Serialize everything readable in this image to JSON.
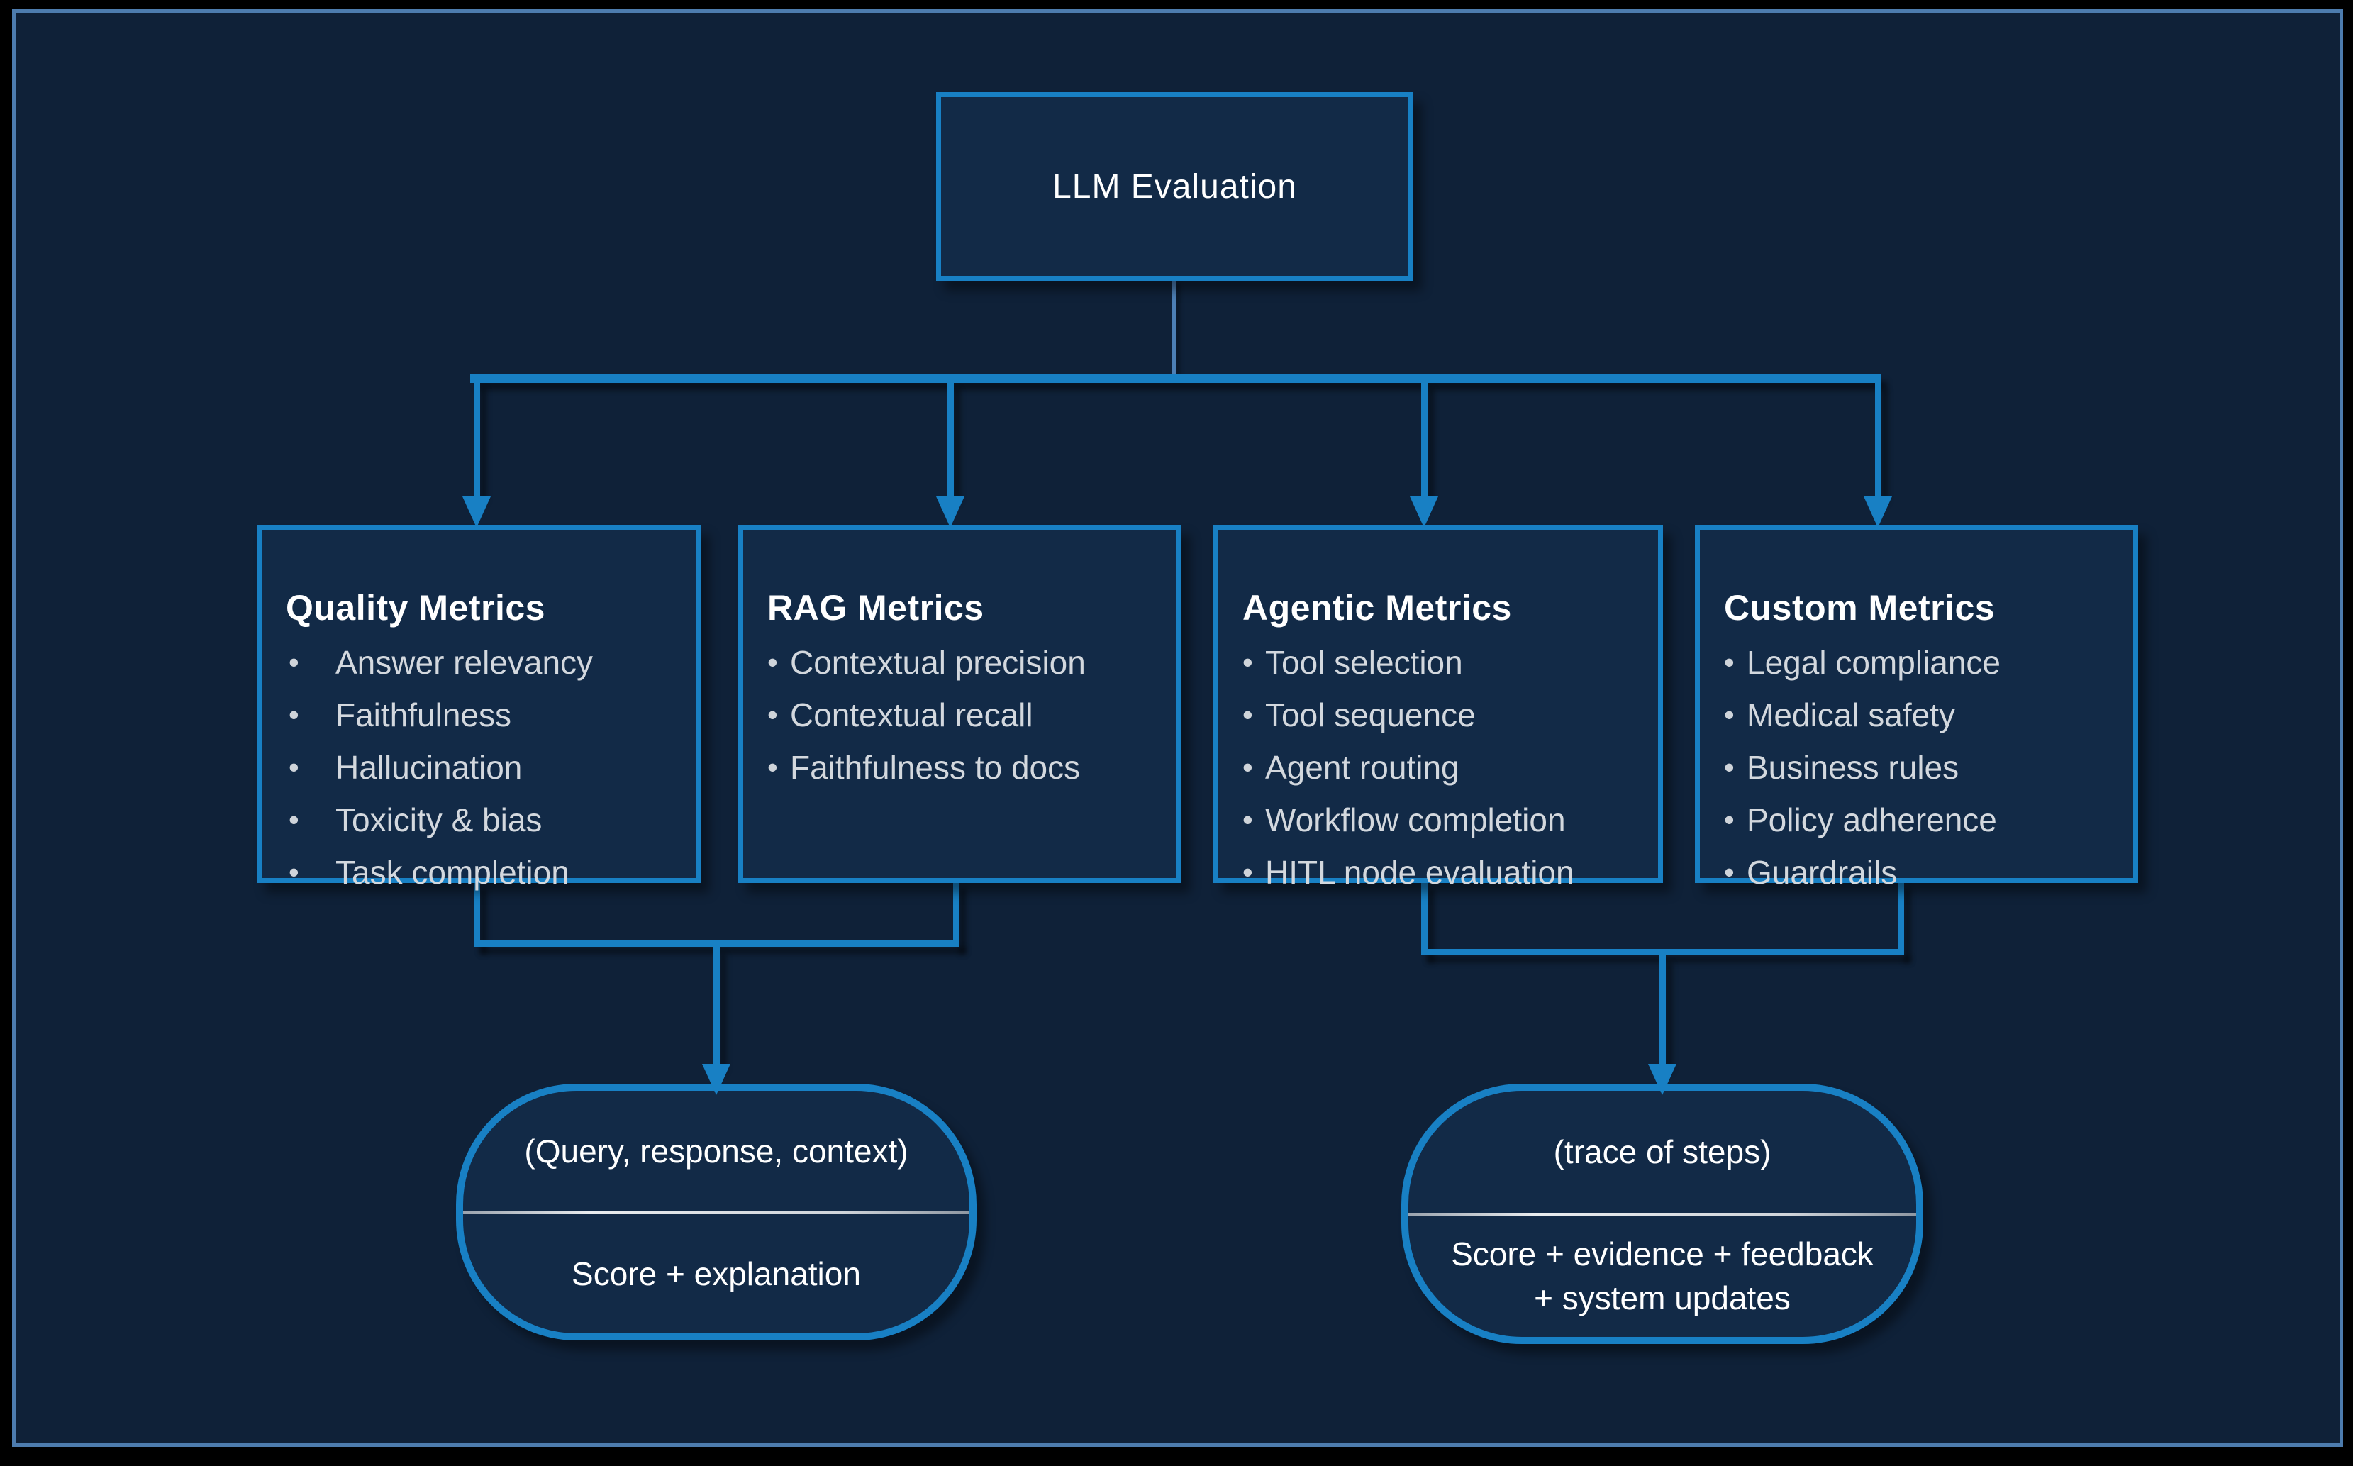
{
  "root": {
    "label": "LLM Evaluation"
  },
  "bullet_char": "•",
  "branches": [
    {
      "title": "Quality Metrics",
      "items": [
        "Answer relevancy",
        "Faithfulness",
        "Hallucination",
        "Toxicity & bias",
        "Task completion"
      ]
    },
    {
      "title": "RAG Metrics",
      "items": [
        "Contextual precision",
        "Contextual recall",
        "Faithfulness to docs"
      ]
    },
    {
      "title": "Agentic Metrics",
      "items": [
        "Tool selection",
        "Tool sequence",
        "Agent routing",
        "Workflow completion",
        "HITL node evaluation"
      ]
    },
    {
      "title": "Custom Metrics",
      "items": [
        "Legal compliance",
        "Medical safety",
        "Business rules",
        "Policy adherence",
        "Guardrails"
      ]
    }
  ],
  "outputs": [
    {
      "input": "(Query, response, context)",
      "output_lines": [
        "Score + explanation"
      ]
    },
    {
      "input": "(trace of steps)",
      "output_lines": [
        "Score + evidence + feedback",
        "+ system updates"
      ]
    }
  ],
  "colors": {
    "background": "#000000",
    "panel_fill": "#0f2138",
    "node_fill": "#122a47",
    "accent_blue": "#1880c4",
    "muted_blue": "#4d7fb5",
    "frame_border": "#4d7cae",
    "title_text": "#ffffff",
    "body_text": "#d3d8de",
    "divider": "#cfd4da"
  }
}
